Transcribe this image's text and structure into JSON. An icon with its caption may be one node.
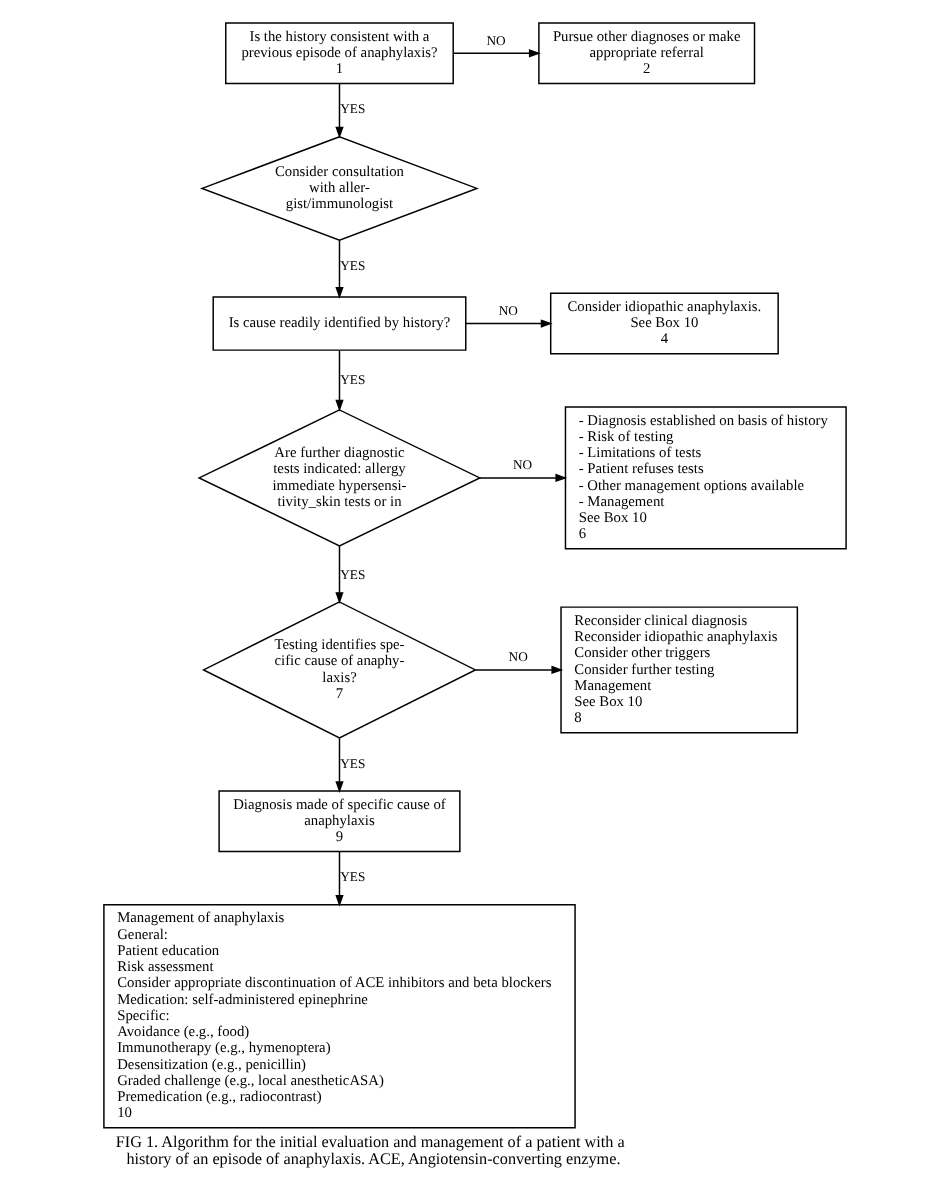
{
  "diagram": {
    "caption": "FIG 1. Algorithm for the initial evaluation and management of a patient with a history of an episode of anaphylaxis. ACE, Angiotensin-converting enzyme.",
    "nodes": [
      {
        "text": [
          "Is the history consistent with a previous episode of anaphylaxis?",
          "1"
        ]
      },
      {
        "text": [
          "Pursue other diagnoses or make appropriate referral",
          "2"
        ]
      },
      {
        "text": [
          "Consider consultation with aller- gist/immunologist"
        ]
      },
      {
        "text": [
          "Is cause readily identified by history?"
        ]
      },
      {
        "text": [
          "Consider idiopathic anaphylaxis.",
          "See Box 10",
          "4"
        ]
      },
      {
        "text": [
          "Are further diagnostic tests indicated: allergy immediate hypersensi- tivity_skin tests or in"
        ]
      },
      {
        "text": [
          "- Diagnosis established on basis of history",
          "- Risk of testing",
          "- Limitations of tests",
          "- Patient refuses tests",
          "- Other management options available",
          "- Management",
          "See Box 10",
          "6"
        ]
      },
      {
        "text": [
          "Testing identifies spe- cific cause of anaphy- laxis?",
          "7"
        ]
      },
      {
        "text": [
          "Reconsider clinical diagnosis",
          "Reconsider idiopathic anaphylaxis",
          "Consider other triggers",
          "Consider further testing",
          "Management",
          "See Box 10",
          "8"
        ]
      },
      {
        "text": [
          "Diagnosis made of specific cause of anaphylaxis",
          "9"
        ]
      },
      {
        "text": [
          "Management of anaphylaxis",
          "General:",
          "Patient education",
          "Risk assessment",
          "Consider appropriate discontinuation of ACE inhibitors and beta blockers",
          "Medication: self-administered epinephrine",
          "Specific:",
          "Avoidance (e.g., food)",
          "Immunotherapy (e.g., hymenoptera)",
          "Desensitization (e.g., penicillin)",
          "Graded challenge (e.g., local anestheticASA)",
          "Premedication (e.g., radiocontrast)",
          "10"
        ]
      }
    ],
    "edges": [
      {
        "from": 0,
        "to": 1,
        "arrow": "to",
        "label": "NO"
      },
      {
        "from": 0,
        "to": 2,
        "arrow": "to",
        "label": "YES"
      },
      {
        "from": 2,
        "to": 3,
        "arrow": "to",
        "label": "YES"
      },
      {
        "from": 3,
        "to": 4,
        "arrow": "to",
        "label": "NO"
      },
      {
        "from": 3,
        "to": 5,
        "arrow": "to",
        "label": "YES"
      },
      {
        "from": 5,
        "to": 6,
        "arrow": "to",
        "label": "NO"
      },
      {
        "from": 5,
        "to": 7,
        "arrow": "to",
        "label": "YES"
      },
      {
        "from": 7,
        "to": 8,
        "arrow": "to",
        "label": "NO"
      },
      {
        "from": 7,
        "to": 9,
        "arrow": "to",
        "label": "YES"
      },
      {
        "from": 9,
        "to": 10,
        "arrow": "to",
        "label": "YES"
      }
    ]
  }
}
